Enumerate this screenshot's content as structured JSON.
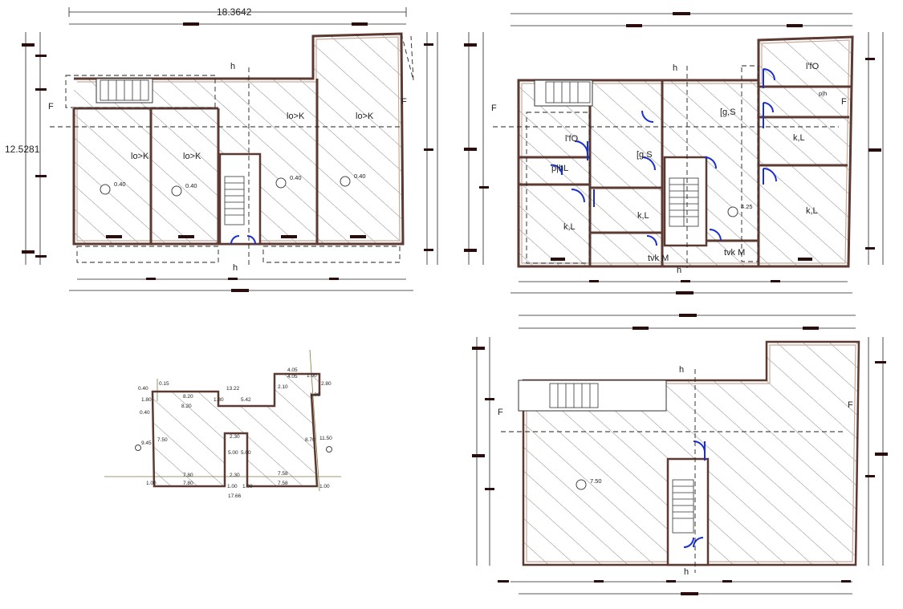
{
  "overall_width_label": "18.3642",
  "overall_height_label": "12.5281",
  "plan_ground": {
    "rooms": [
      "lo>K",
      "lo>K",
      "lo>K",
      "lo>K"
    ],
    "levels": [
      "0.40",
      "0.40",
      "0.40",
      "0.40"
    ],
    "section_marks": [
      "h",
      "h",
      "F",
      "F"
    ]
  },
  "plan_first": {
    "rooms": [
      "l'fO",
      "[g,S",
      "p|h",
      "k,L",
      "l'fO",
      "p|hL",
      "[g,S",
      "k,L",
      "k,L",
      "k,L",
      "tvk M",
      "tvk M"
    ],
    "level": "4.25",
    "section_marks": [
      "h",
      "h",
      "F",
      "F"
    ]
  },
  "plan_site": {
    "dimensions": [
      "4.05",
      "4.05",
      "1.00",
      "2.10",
      "0.40",
      "0.15",
      "13.22",
      "2.80",
      "1.80",
      "8.20",
      "1.80",
      "5.42",
      "1.00",
      "0.40",
      "8.20",
      "2.30",
      "9.45",
      "7.50",
      "5.00",
      "5.00",
      "8.70",
      "11.50",
      "7.80",
      "2.30",
      "7.58",
      "1.00",
      "7.80",
      "1.00",
      "1.00",
      "7.58",
      "1.00",
      "17.66"
    ]
  },
  "plan_roof": {
    "level": "7.50",
    "section_marks": [
      "h",
      "h",
      "F",
      "F"
    ]
  }
}
